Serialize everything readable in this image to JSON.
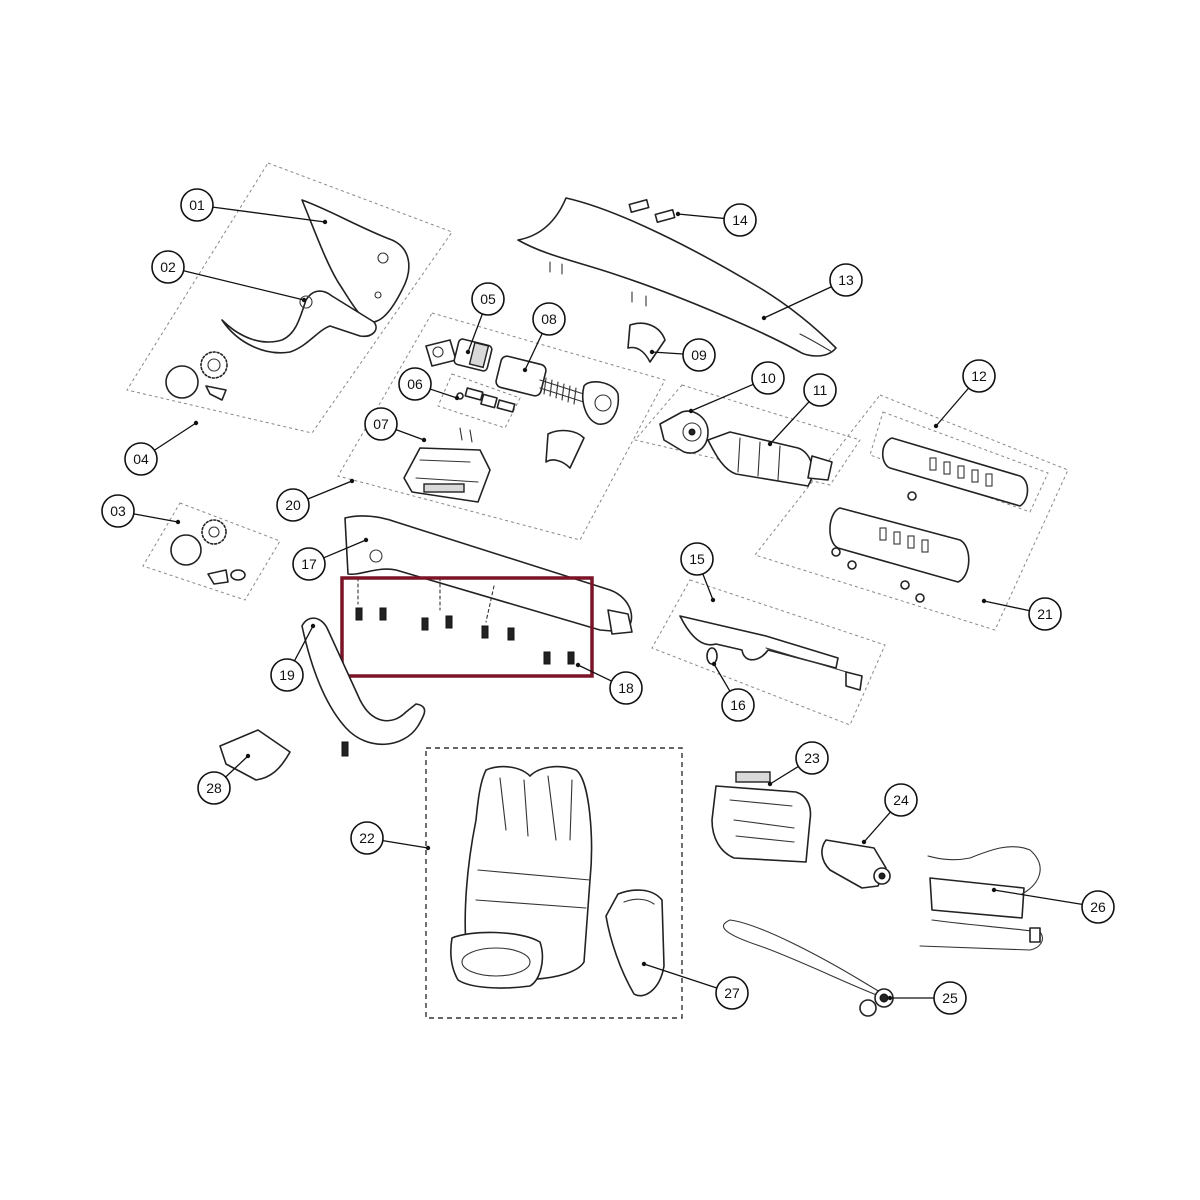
{
  "diagram": {
    "highlight_color": "#7a1426",
    "callouts": [
      {
        "id": "01",
        "label": "01"
      },
      {
        "id": "02",
        "label": "02"
      },
      {
        "id": "03",
        "label": "03"
      },
      {
        "id": "04",
        "label": "04"
      },
      {
        "id": "05",
        "label": "05"
      },
      {
        "id": "06",
        "label": "06"
      },
      {
        "id": "07",
        "label": "07"
      },
      {
        "id": "08",
        "label": "08"
      },
      {
        "id": "09",
        "label": "09"
      },
      {
        "id": "10",
        "label": "10"
      },
      {
        "id": "11",
        "label": "11"
      },
      {
        "id": "12",
        "label": "12"
      },
      {
        "id": "13",
        "label": "13"
      },
      {
        "id": "14",
        "label": "14"
      },
      {
        "id": "15",
        "label": "15"
      },
      {
        "id": "16",
        "label": "16"
      },
      {
        "id": "17",
        "label": "17"
      },
      {
        "id": "18",
        "label": "18"
      },
      {
        "id": "19",
        "label": "19"
      },
      {
        "id": "20",
        "label": "20"
      },
      {
        "id": "21",
        "label": "21"
      },
      {
        "id": "22",
        "label": "22"
      },
      {
        "id": "23",
        "label": "23"
      },
      {
        "id": "24",
        "label": "24"
      },
      {
        "id": "25",
        "label": "25"
      },
      {
        "id": "26",
        "label": "26"
      },
      {
        "id": "27",
        "label": "27"
      },
      {
        "id": "28",
        "label": "28"
      }
    ]
  }
}
